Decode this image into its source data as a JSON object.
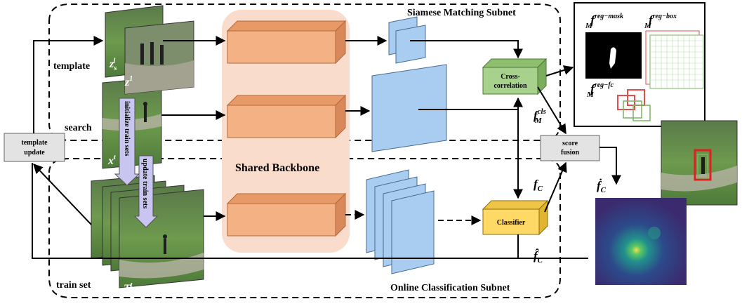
{
  "labels": {
    "siamese_subnet": "Siamese Matching Subnet",
    "online_subnet": "Online Classification Subnet",
    "shared_backbone": "Shared Backbone",
    "template": "template",
    "search": "search",
    "train_set": "train set",
    "template_update_line1": "template",
    "template_update_line2": "update",
    "cross_line1": "Cross-",
    "cross_line2": "correlation",
    "classifier": "Classifier",
    "score_line1": "score",
    "score_line2": "fusion",
    "initialize_train_sets": "initialize train sets",
    "update_train_sets": "update train sets"
  },
  "math": {
    "z_s_base": "z",
    "z_s_sub": "s",
    "z_s_sup": "l",
    "z1_base": "z",
    "z1_sup": "1",
    "xt_base": "x",
    "xt_sup": "t",
    "Tt_base": "T",
    "Tt_sup": "t",
    "f_cls_base": "f",
    "f_cls_sub": "M",
    "f_cls_sup": "cls",
    "f_c_base": "f",
    "f_c_sub": "C",
    "f_c_hat_base": "f̂",
    "f_c_hat_sub": "C",
    "f_c_dot_base": "ḟ",
    "f_c_dot_sub": "C",
    "f_regmask_base": "f",
    "f_regmask_sub": "M",
    "f_regmask_sup": "reg−mask",
    "f_regbox_base": "f",
    "f_regbox_sub": "M",
    "f_regbox_sup": "reg−box",
    "f_regfc_base": "f",
    "f_regfc_sub": "M",
    "f_regfc_sup": "reg−fc"
  },
  "colors": {
    "backbone_bg": "#f9dccb",
    "backbone_block": "#f4b183",
    "feature_blue": "#a9cdf0",
    "cross_green": "#a9d18e",
    "classifier_yellow": "#ffd966",
    "gray_box": "#e3e3e3",
    "arrow_purple": "#c8c6f0"
  }
}
